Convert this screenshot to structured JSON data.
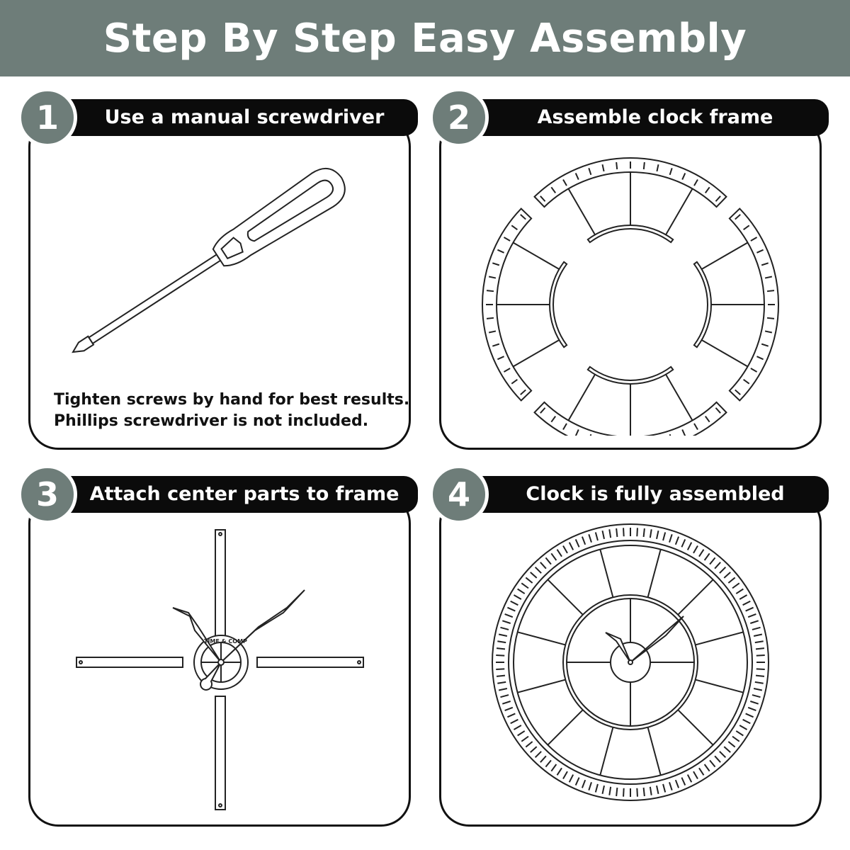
{
  "title": "Step By Step Easy Assembly",
  "steps": [
    {
      "number": "1",
      "label": "Use a manual screwdriver",
      "caption_lines": [
        "Tighten screws by hand for best results.",
        "Phillips screwdriver is not included."
      ]
    },
    {
      "number": "2",
      "label": "Assemble clock frame"
    },
    {
      "number": "3",
      "label": "Attach center parts to frame"
    },
    {
      "number": "4",
      "label": "Clock is fully assembled"
    }
  ],
  "logo_text": "TIME & COMPANY",
  "colors": {
    "banner": "#6e7d79",
    "bar": "#0b0b0b"
  }
}
